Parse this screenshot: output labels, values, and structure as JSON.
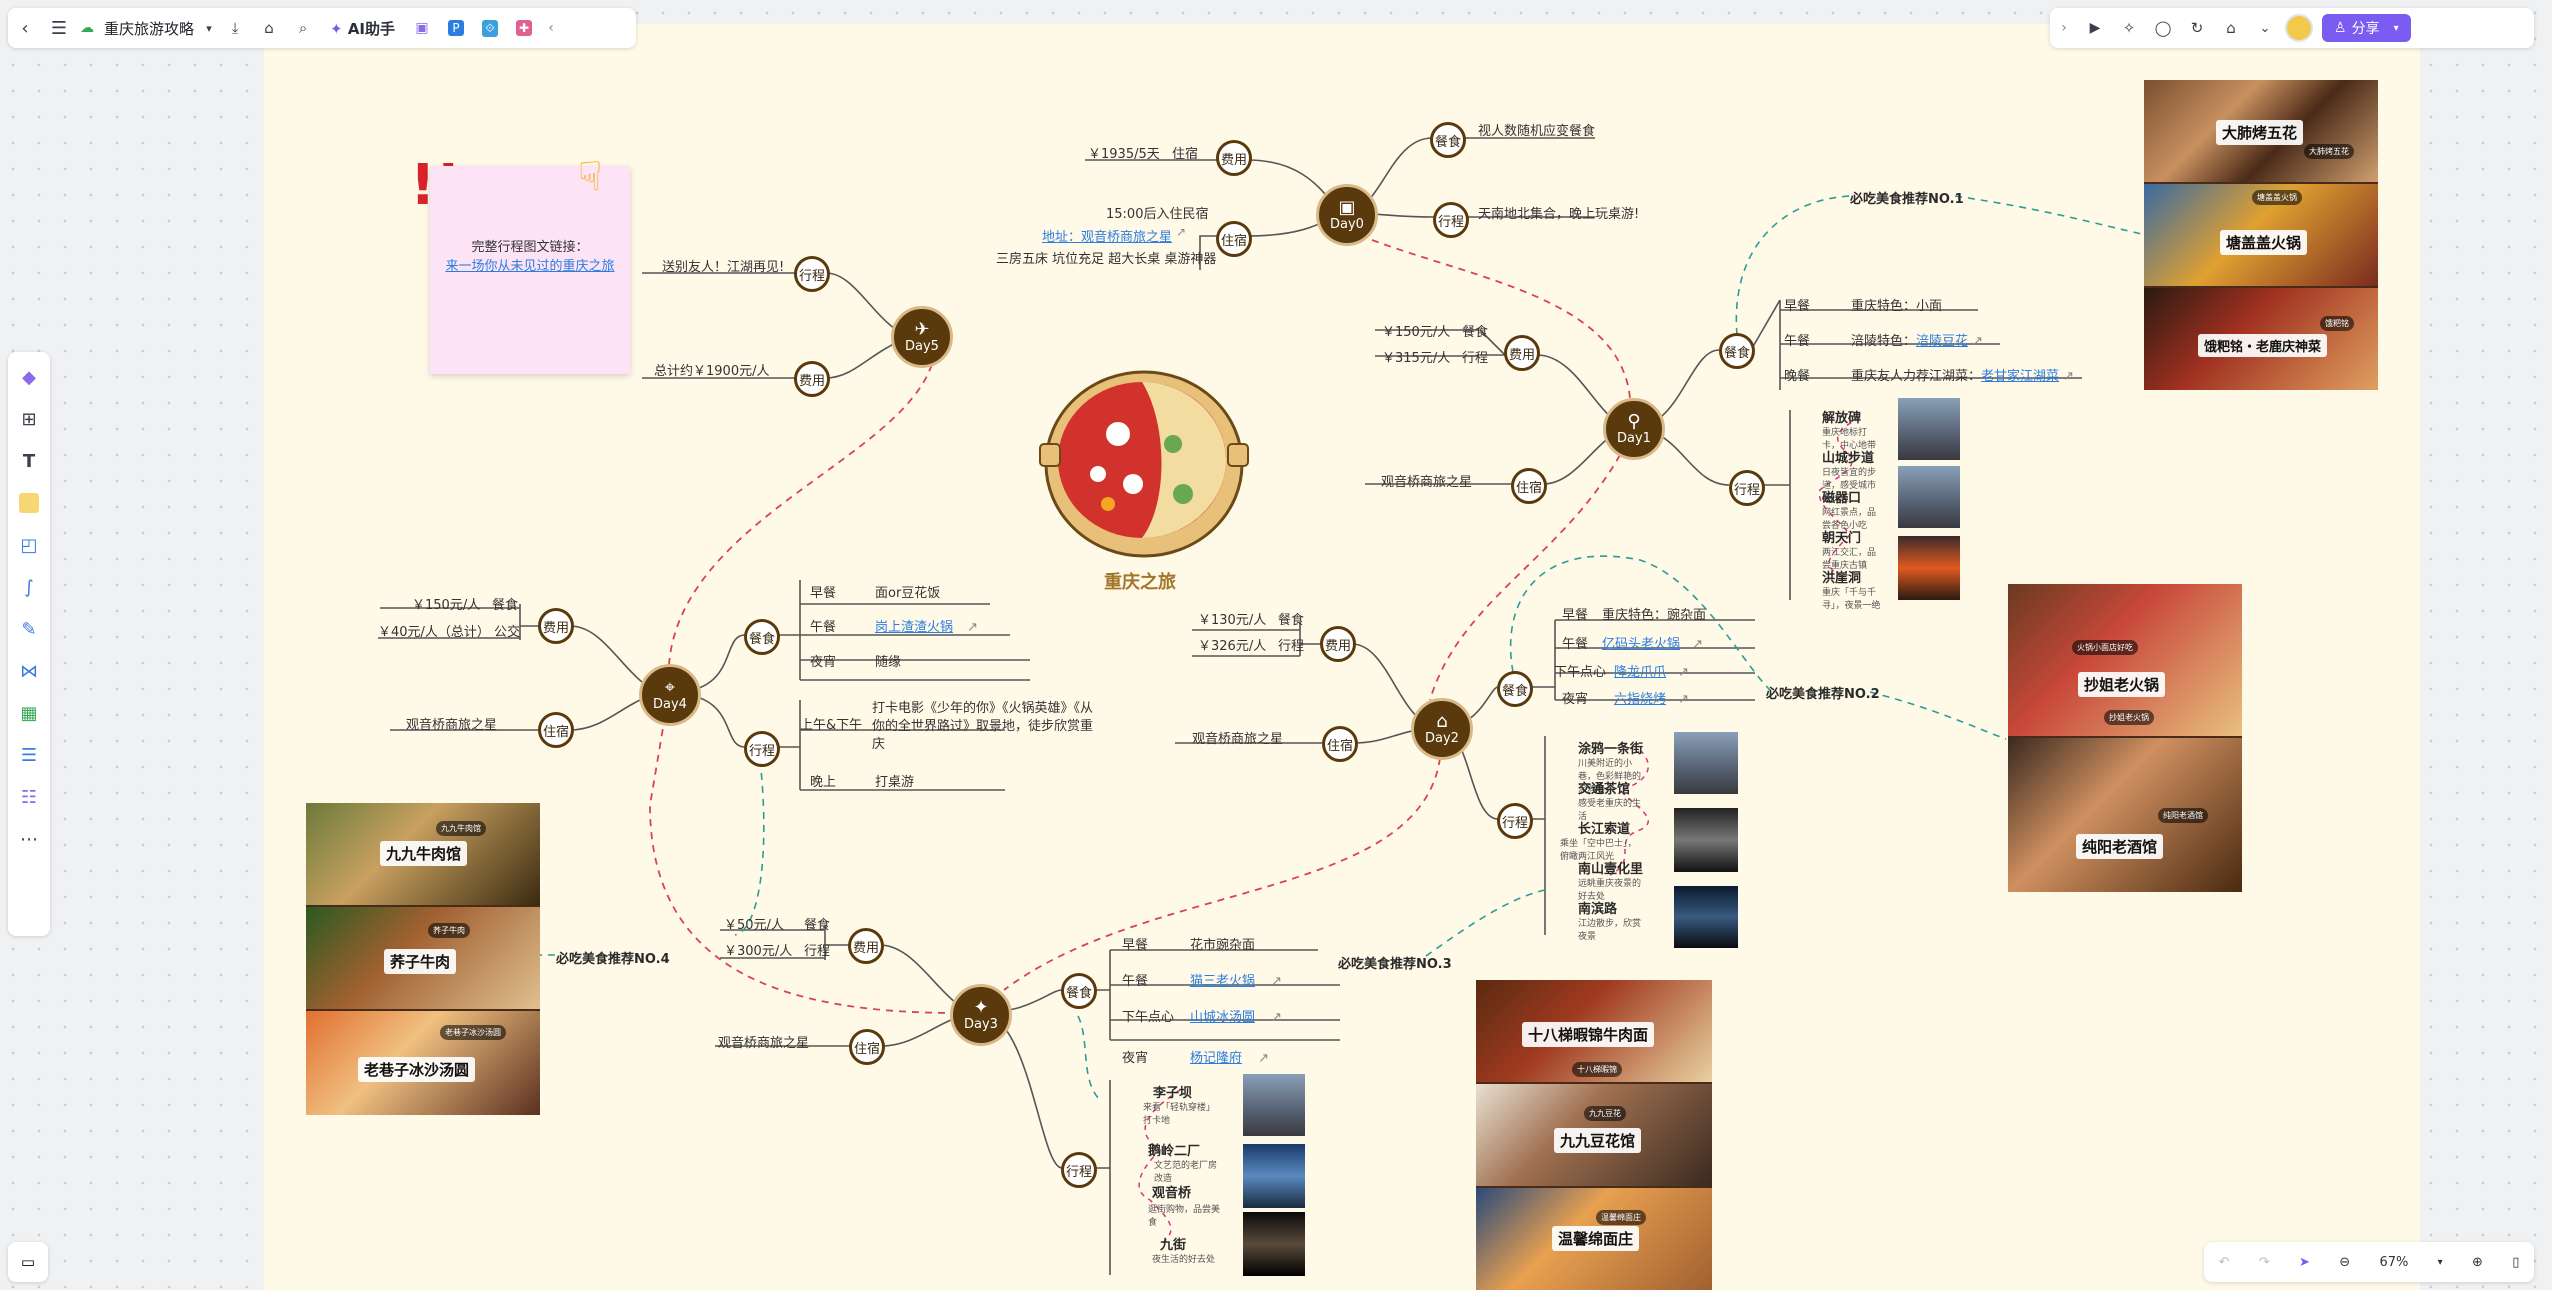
{
  "toolbar": {
    "title": "重庆旅游攻略",
    "ai_label": "AI助手"
  },
  "right_toolbar": {
    "share_label": "分享"
  },
  "zoom": {
    "level": "67%"
  },
  "sticky": {
    "line1": "完整行程图文链接：",
    "link": "来一场你从未见过的重庆之旅"
  },
  "center": {
    "title": "重庆之旅"
  },
  "day0": {
    "label": "Day0",
    "fee": "费用",
    "fee_v": "￥1935/5天",
    "fee_k": "住宿",
    "stay": "住宿",
    "stay_1": "15:00后入住民宿",
    "stay_2": "地址：观音桥商旅之星",
    "stay_3": "三房五床 坑位充足 超大长桌 桌游神器",
    "food": "餐食",
    "food_v": "视人数随机应变餐食",
    "trip": "行程",
    "trip_v": "天南地北集合，晚上玩桌游!"
  },
  "day1": {
    "label": "Day1",
    "fee": "费用",
    "fee_1v": "￥150元/人",
    "fee_1k": "餐食",
    "fee_2v": "￥315元/人",
    "fee_2k": "行程",
    "stay": "住宿",
    "stay_v": "观音桥商旅之星",
    "food": "餐食",
    "m1k": "早餐",
    "m1v": "重庆特色：小面",
    "m2k": "午餐",
    "m2v": "涪陵特色：",
    "m2l": "涪陵豆花",
    "m3k": "晚餐",
    "m3v": "重庆友人力荐江湖菜：",
    "m3l": "老甘家江湖菜",
    "trip": "行程",
    "pois": [
      {
        "name": "解放碑",
        "desc": "重庆地标打卡，中心地带"
      },
      {
        "name": "山城步道",
        "desc": "日夜皆宜的步道，感受城市老味道"
      },
      {
        "name": "磁器口",
        "desc": "网红景点，品尝各色小吃"
      },
      {
        "name": "朝天门",
        "desc": "两江交汇，品尝重庆古镇"
      },
      {
        "name": "洪崖洞",
        "desc": "重庆「千与千寻」，夜景一绝"
      }
    ]
  },
  "day2": {
    "label": "Day2",
    "fee": "费用",
    "fee_1v": "￥130元/人",
    "fee_1k": "餐食",
    "fee_2v": "￥326元/人",
    "fee_2k": "行程",
    "stay": "住宿",
    "stay_v": "观音桥商旅之星",
    "food": "餐食",
    "m1k": "早餐",
    "m1v": "重庆特色：豌杂面",
    "m2k": "午餐",
    "m2l": "亿码头老火锅",
    "m3k": "下午点心",
    "m3l": "降龙爪爪",
    "m4k": "夜宵",
    "m4l": "六指烧烤",
    "trip": "行程",
    "pois": [
      {
        "name": "涂鸦一条街",
        "desc": "川美附近的小巷，色彩鲜艳的涂鸦墙"
      },
      {
        "name": "交通茶馆",
        "desc": "感受老重庆的生活"
      },
      {
        "name": "长江索道",
        "desc": "乘坐「空中巴士」，俯瞰两江风光"
      },
      {
        "name": "南山壹化里",
        "desc": "远眺重庆夜景的好去处"
      },
      {
        "name": "南滨路",
        "desc": "江边散步，欣赏夜景"
      }
    ]
  },
  "day3": {
    "label": "Day3",
    "fee": "费用",
    "fee_1v": "￥50元/人",
    "fee_1k": "餐食",
    "fee_2v": "￥300元/人",
    "fee_2k": "行程",
    "stay": "住宿",
    "stay_v": "观音桥商旅之星",
    "food": "餐食",
    "m1k": "早餐",
    "m1v": "花市豌杂面",
    "m2k": "午餐",
    "m2l": "猫三老火锅",
    "m3k": "下午点心",
    "m3l": "山城冰汤圆",
    "m4k": "夜宵",
    "m4l": "杨记隆府",
    "trip": "行程",
    "pois": [
      {
        "name": "李子坝",
        "desc": "来看「轻轨穿楼」打卡地"
      },
      {
        "name": "鹅岭二厂",
        "desc": "文艺范的老厂房改造"
      },
      {
        "name": "观音桥",
        "desc": "逛街购物，品尝美食"
      },
      {
        "name": "九街",
        "desc": "夜生活的好去处"
      }
    ]
  },
  "day4": {
    "label": "Day4",
    "fee": "费用",
    "fee_1v": "￥150元/人",
    "fee_1k": "餐食",
    "fee_2v": "￥40元/人（总计）",
    "fee_2k": "公交",
    "stay": "住宿",
    "stay_v": "观音桥商旅之星",
    "food": "餐食",
    "m1k": "早餐",
    "m1v": "面or豆花饭",
    "m2k": "午餐",
    "m2l": "岗上渣渣火锅",
    "m3k": "夜宵",
    "m3v": "随缘",
    "trip": "行程",
    "t1k": "上午&下午",
    "t1v": "打卡电影《少年的你》《火锅英雄》《从你的全世界路过》取景地，徒步欣赏重庆",
    "t2k": "晚上",
    "t2v": "打桌游"
  },
  "day5": {
    "label": "Day5",
    "trip": "行程",
    "trip_v": "送别友人！江湖再见!",
    "fee": "费用",
    "fee_v": "总计约￥1900元/人"
  },
  "recs": {
    "r1": "必吃美食推荐NO.1",
    "r2": "必吃美食推荐NO.2",
    "r3": "必吃美食推荐NO.3",
    "r4": "必吃美食推荐NO.4"
  },
  "collage1": {
    "labels": [
      "大肺烤五花",
      "塘盖盖火锅",
      "饿粑铭・老鹿庆神菜"
    ],
    "tags": [
      "大肺烤五花",
      "塘盖盖火锅",
      "饿粑铭"
    ]
  },
  "collage2": {
    "labels": [
      "抄姐老火锅",
      "纯阳老酒馆"
    ],
    "tags": [
      "火锅小面店好吃",
      "抄姐老火锅",
      "纯阳老酒馆"
    ]
  },
  "collage3": {
    "labels": [
      "十八梯暇锦牛肉面",
      "九九豆花馆",
      "温馨绵面庄"
    ],
    "tags": [
      "十八梯暇锦",
      "九九豆花",
      "温馨绵面庄"
    ]
  },
  "collage4": {
    "labels": [
      "九九牛肉馆",
      "荞子牛肉",
      "老巷子冰沙汤圆"
    ],
    "tags": [
      "九九牛肉馆",
      "荞子牛肉",
      "老巷子冰沙汤圆"
    ]
  },
  "colors": {
    "node": "#5a3a0c",
    "canvas": "#fff9e8",
    "accent": "#7b5cf0",
    "link": "#2b7de0",
    "dash_red": "#d9434f",
    "dash_teal": "#2a9d98"
  }
}
